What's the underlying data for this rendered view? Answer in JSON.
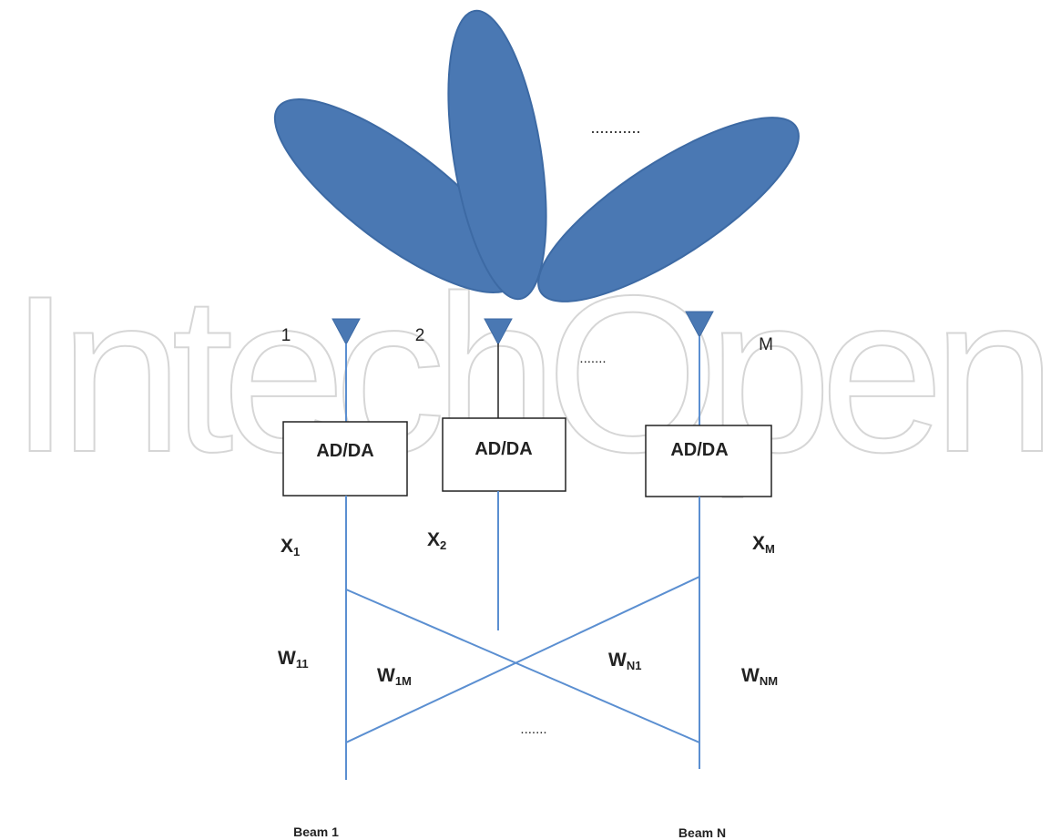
{
  "watermark": "IntechOpen",
  "colors": {
    "lobe": "#4a78b3",
    "lobe_stroke": "#3d6aa4",
    "wire": "#5b8fd1",
    "wire_dark": "#222222",
    "box_stroke": "#222222",
    "watermark": "#d6d6d6"
  },
  "lobes": {
    "ellipsis": "..........."
  },
  "antennas": [
    {
      "label": "1"
    },
    {
      "label": "2"
    },
    {
      "label": "M"
    }
  ],
  "antenna_ellipsis": ".......",
  "converters": [
    {
      "label": "AD/DA"
    },
    {
      "label": "AD/DA"
    },
    {
      "label": "AD/DA"
    }
  ],
  "signals": [
    {
      "base": "X",
      "sub": "1"
    },
    {
      "base": "X",
      "sub": "2"
    },
    {
      "base": "X",
      "sub": "M"
    }
  ],
  "weights": [
    {
      "base": "W",
      "sub": "11"
    },
    {
      "base": "W",
      "sub": "1M"
    },
    {
      "base": "W",
      "sub": "N1"
    },
    {
      "base": "W",
      "sub": "NM"
    }
  ],
  "weights_ellipsis": ".......",
  "beams": [
    "Beam 1",
    "Beam N"
  ]
}
